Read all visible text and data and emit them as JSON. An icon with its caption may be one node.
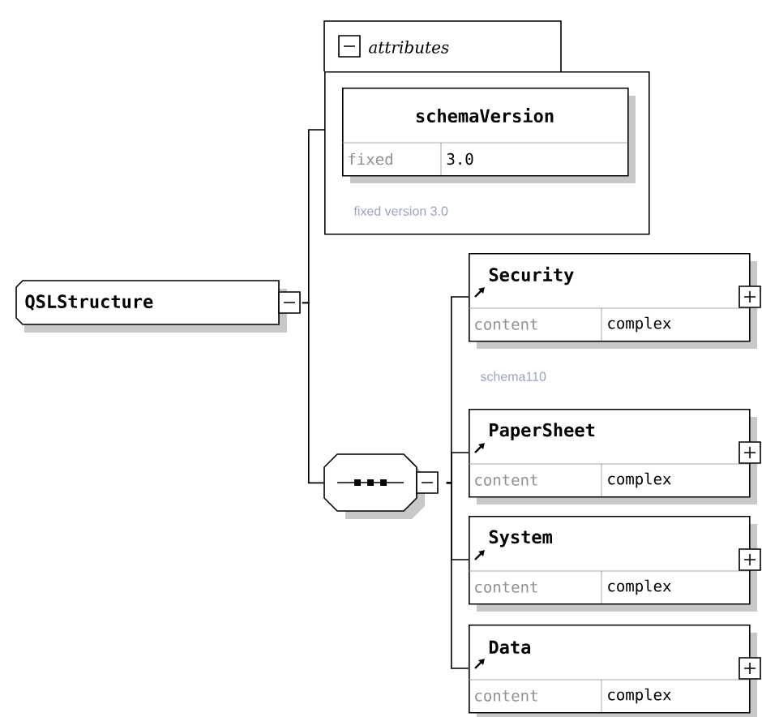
{
  "diagram": {
    "nodes": [
      {
        "text": [
          "QSLStructure"
        ]
      },
      {
        "text": [
          "attributes"
        ]
      },
      {
        "text": [
          "schemaVersion",
          "fixed",
          "3.0"
        ],
        "in": 1,
        "beside": [
          "fixed version 3.0"
        ]
      },
      {
        "text": [],
        "shape": "octagon"
      },
      {
        "text": [
          "Security",
          "content",
          "complex"
        ],
        "beside": [
          "schema110"
        ]
      },
      {
        "text": [
          "PaperSheet",
          "content",
          "complex"
        ]
      },
      {
        "text": [
          "System",
          "content",
          "complex"
        ]
      },
      {
        "text": [
          "Data",
          "content",
          "complex"
        ]
      }
    ],
    "edges": [
      {
        "from": 0,
        "to": 1,
        "arrow": "none"
      },
      {
        "from": 0,
        "to": 3,
        "arrow": "none"
      },
      {
        "from": 3,
        "to": 4,
        "arrow": "none"
      },
      {
        "from": 3,
        "to": 5,
        "arrow": "none"
      },
      {
        "from": 3,
        "to": 6,
        "arrow": "none"
      },
      {
        "from": 3,
        "to": 7,
        "arrow": "none"
      }
    ]
  }
}
